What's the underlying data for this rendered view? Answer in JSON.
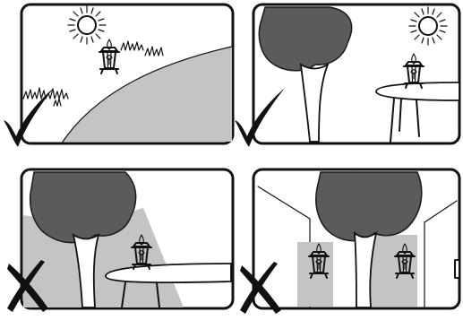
{
  "panels": [
    {
      "id": "sunny-path",
      "verdict": "correct",
      "mark_icon": "check-mark-icon"
    },
    {
      "id": "sunny-table",
      "verdict": "correct",
      "mark_icon": "check-mark-icon"
    },
    {
      "id": "shaded-table",
      "verdict": "incorrect",
      "mark_icon": "x-mark-icon"
    },
    {
      "id": "indoor-shade",
      "verdict": "incorrect",
      "mark_icon": "x-mark-icon"
    }
  ],
  "colors": {
    "ink": "#111111",
    "tree_canopy": "#5b5b5b",
    "shade": "#c4c4c4",
    "background": "#ffffff"
  }
}
